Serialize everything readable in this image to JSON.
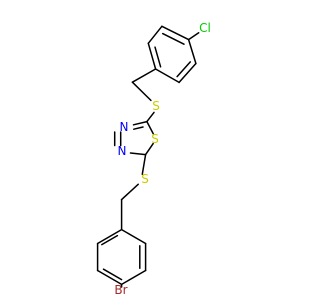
{
  "colors": {
    "background": "#ffffff",
    "bond": "#000000",
    "chlorine": "#00cc00",
    "sulfur": "#cccc00",
    "nitrogen": "#0000ff",
    "bromine": "#a52a2a"
  },
  "atoms": {
    "chlorine": "Cl",
    "sulfur_top": "S",
    "sulfur_ring": "S",
    "nitrogen_upper": "N",
    "nitrogen_lower": "N",
    "sulfur_bottom": "S",
    "bromine": "Br"
  }
}
